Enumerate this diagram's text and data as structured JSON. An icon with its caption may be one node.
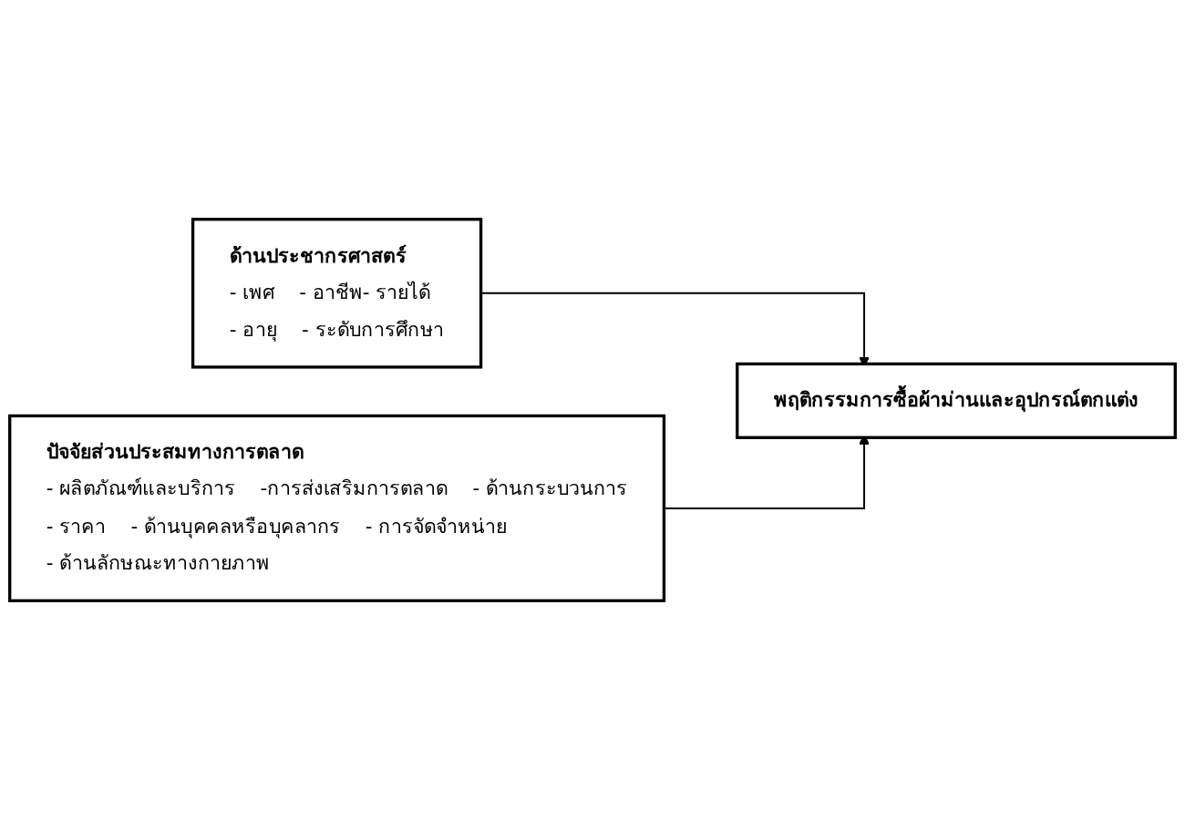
{
  "diagram": {
    "nodes": [
      {
        "text": [
          "ด้านประชากรศาสตร์",
          "- เพศ",
          "- อาชีพ- รายได้",
          "- อายุ",
          "- ระดับการศึกษา"
        ]
      },
      {
        "text": [
          "ปัจจัยส่วนประสมทางการตลาด",
          "- ผลิตภัณฑ์และบริการ",
          "-การส่งเสริมการตลาด",
          "- ด้านกระบวนการ",
          "- ราคา",
          "- ด้านบุคคลหรือบุคลากร",
          "- การจัดจำหน่าย",
          "- ด้านลักษณะทางกายภาพ"
        ]
      },
      {
        "text": [
          "พฤติกรรมการซื้อผ้าม่านและอุปกรณ์ตกแต่ง"
        ]
      }
    ],
    "edges": [
      {
        "from": 0,
        "to": 2,
        "arrow": "to"
      },
      {
        "from": 1,
        "to": 2,
        "arrow": "to"
      }
    ]
  }
}
